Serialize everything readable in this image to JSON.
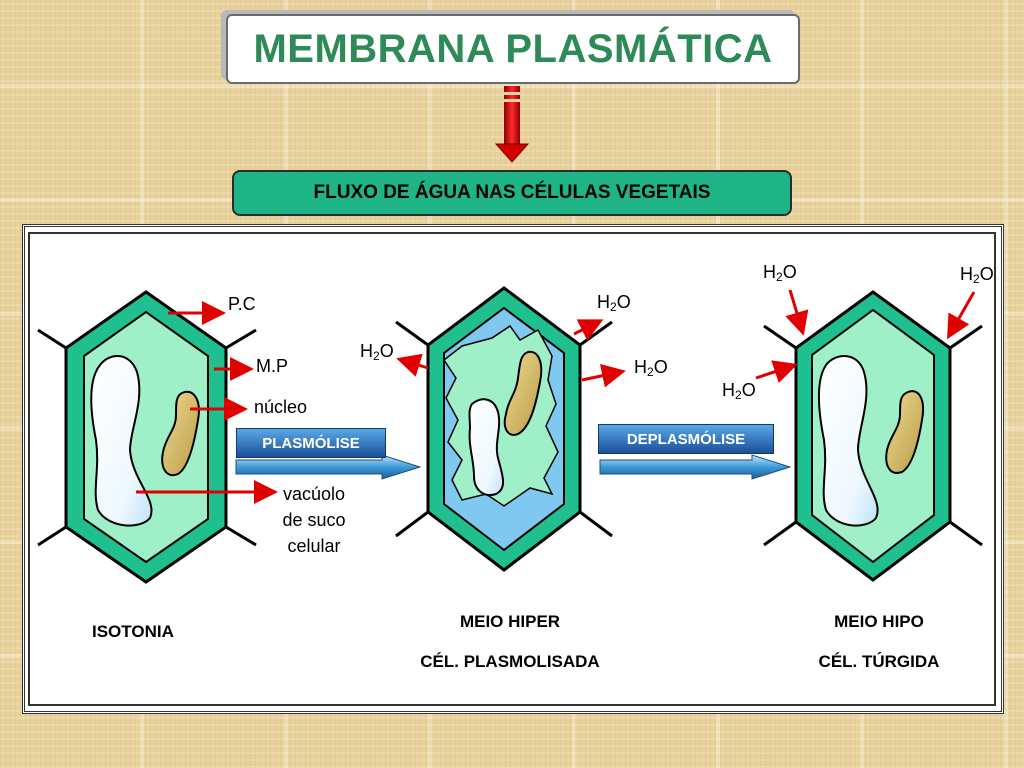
{
  "title": "MEMBRANA PLASMÁTICA",
  "subtitle": "FLUXO DE ÁGUA NAS CÉLULAS VEGETAIS",
  "labels": {
    "pc": "P.C",
    "mp": "M.P",
    "nucleo": "núcleo",
    "vacuolo_1": "vacúolo",
    "vacuolo_2": "de suco",
    "vacuolo_3": "celular"
  },
  "processes": {
    "plasmolise": "PLASMÓLISE",
    "deplasmolise": "DEPLASMÓLISE"
  },
  "water": {
    "base_h": "H",
    "sub": "2",
    "base_o": "O"
  },
  "captions": {
    "isotonia": "ISOTONIA",
    "hiper_1": "MEIO HIPER",
    "hiper_2": "CÉL. PLASMOLISADA",
    "hipo_1": "MEIO HIPO",
    "hipo_2": "CÉL. TÚRGIDA"
  },
  "colors": {
    "cell_wall": "#1fbf8f",
    "cytoplasm": "#9ff0c9",
    "hypertonic_medium": "#7fc8f0",
    "nucleus": "#d9bf6e",
    "arrow_red": "#e00000",
    "title_green": "#2e8b57"
  }
}
